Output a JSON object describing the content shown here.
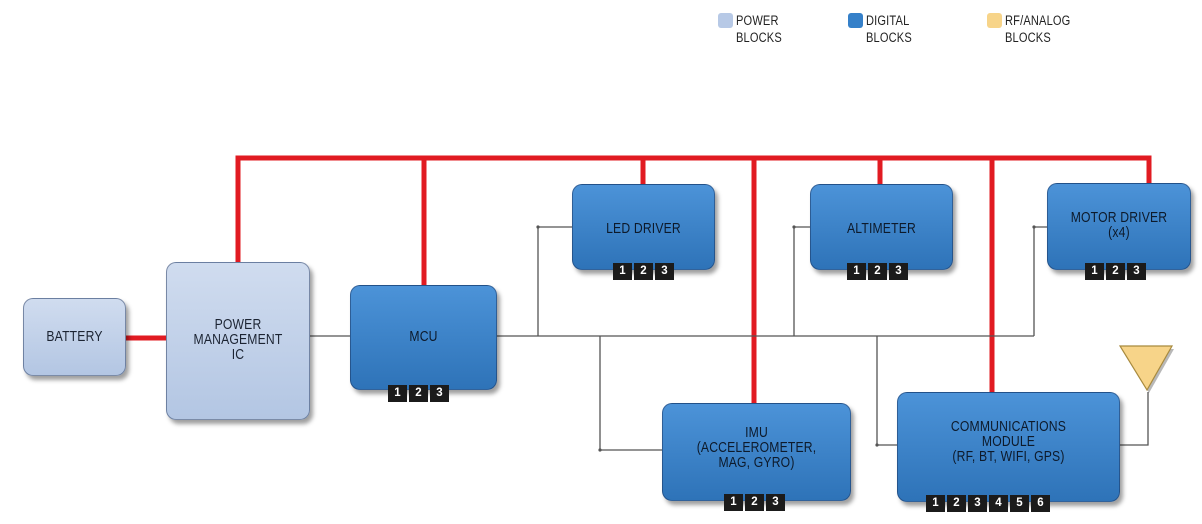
{
  "legend": [
    {
      "label": "POWER\nBLOCKS",
      "color": "#b7c9e6",
      "icon": "power-blocks-swatch"
    },
    {
      "label": "DIGITAL\nBLOCKS",
      "color": "#3580c9",
      "icon": "digital-blocks-swatch"
    },
    {
      "label": "RF/ANALOG\nBLOCKS",
      "color": "#f7d489",
      "icon": "rf-analog-blocks-swatch"
    }
  ],
  "blocks": {
    "battery": {
      "label": "BATTERY",
      "type": "power"
    },
    "pmic": {
      "label": "POWER\nMANAGEMENT\nIC",
      "type": "power"
    },
    "mcu": {
      "label": "MCU",
      "type": "digital",
      "badges": [
        "1",
        "2",
        "3"
      ]
    },
    "led_driver": {
      "label": "LED DRIVER",
      "type": "digital",
      "badges": [
        "1",
        "2",
        "3"
      ]
    },
    "altimeter": {
      "label": "ALTIMETER",
      "type": "digital",
      "badges": [
        "1",
        "2",
        "3"
      ]
    },
    "motor_driver": {
      "label": "MOTOR DRIVER\n(x4)",
      "type": "digital",
      "badges": [
        "1",
        "2",
        "3"
      ]
    },
    "imu": {
      "label": "IMU\n(ACCELEROMETER,\nMAG, GYRO)",
      "type": "digital",
      "badges": [
        "1",
        "2",
        "3"
      ]
    },
    "comms": {
      "label": "COMMUNICATIONS\nMODULE\n(RF, BT, WIFI, GPS)",
      "type": "digital",
      "badges": [
        "1",
        "2",
        "3",
        "4",
        "5",
        "6"
      ]
    }
  },
  "antenna": {
    "type": "rf-analog",
    "icon": "antenna-icon",
    "color": "#f7d489"
  },
  "colors": {
    "power_rail": "#e11b22",
    "signal": "#555555",
    "badge_bg": "#1b1b1b"
  }
}
